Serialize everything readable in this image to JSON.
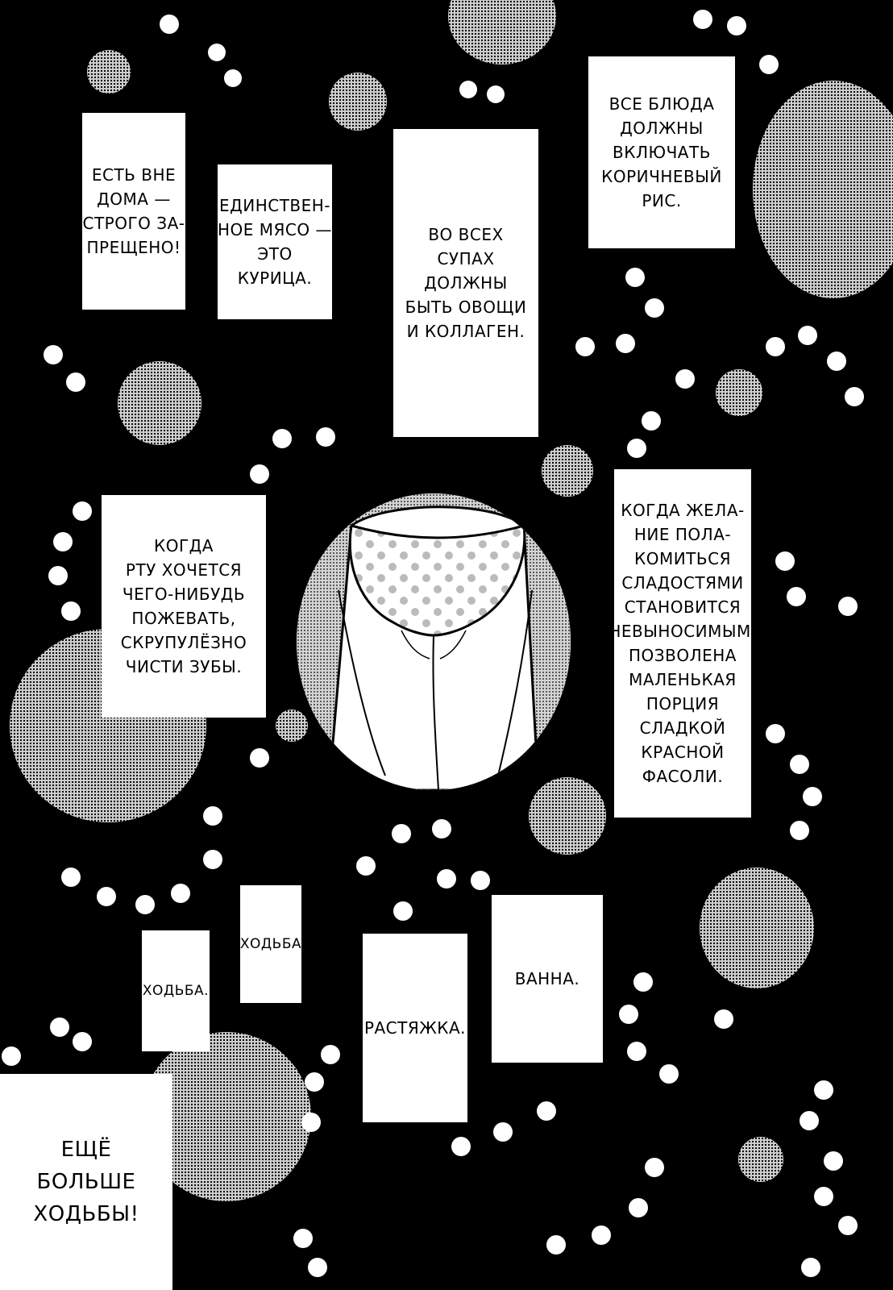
{
  "captions": [
    {
      "id": "eat-out",
      "text": "Есть вне\nдома —\nстрого за-\nпрещено!"
    },
    {
      "id": "meat",
      "text": "Единствен-\nное мясо —\nэто курица."
    },
    {
      "id": "soups",
      "text": "Во всех\nсупах должны\nбыть овощи\nи коллаген."
    },
    {
      "id": "rice",
      "text": "Все блюда\nдолжны\nвключать\nкоричневый\nрис."
    },
    {
      "id": "chew",
      "text": "Когда\nрту хочется\nчего-нибудь\nпожевать,\nскрупулёзно\nчисти зубы."
    },
    {
      "id": "sweets",
      "text": "Когда жела-\nние пола-\nкомиться\nсладостями\nстановится\nневыносимым,\nпозволена\nмаленькая\nпорция\nсладкой\nкрасной\nфасоли."
    },
    {
      "id": "walk1",
      "text": "Ходьба."
    },
    {
      "id": "walk2",
      "text": "Ходьба"
    },
    {
      "id": "stretch",
      "text": "Растяжка."
    },
    {
      "id": "bath",
      "text": "Ванна."
    },
    {
      "id": "more-walk",
      "text": "Ещё\nбольше\nходьбы!"
    }
  ]
}
